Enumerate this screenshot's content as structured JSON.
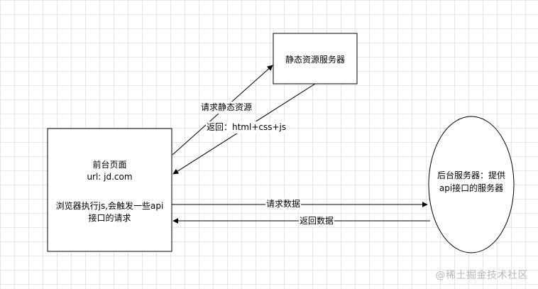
{
  "diagram": {
    "static_server": {
      "label": "静态资源服务器"
    },
    "frontend": {
      "title": "前台页面",
      "url": "url: jd.com",
      "desc_line1": "浏览器执行js,会触发一些api",
      "desc_line2": "接口的请求"
    },
    "backend": {
      "line1": "后台服务器：提供",
      "line2": "api接口的服务器"
    },
    "edges": {
      "request_static": "请求静态资源",
      "return_static": "返回：html+css+js",
      "request_data": "请求数据",
      "return_data": "返回数据"
    },
    "watermark": "@稀土掘金技术社区"
  }
}
